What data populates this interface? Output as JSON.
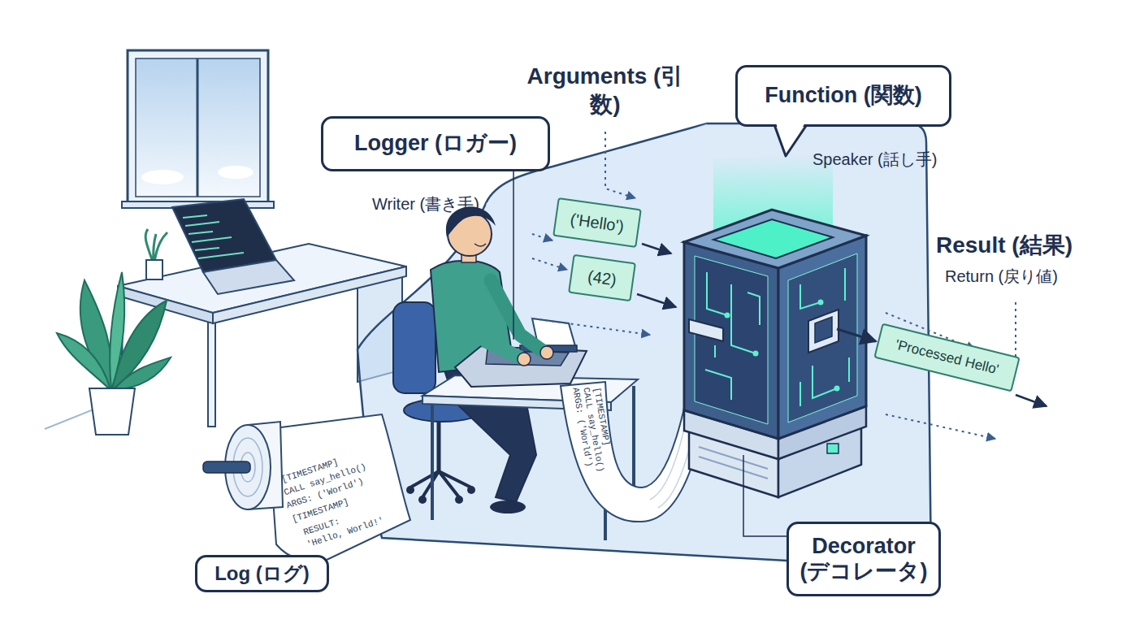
{
  "diagram": {
    "nodes": [
      {
        "text": [
          "Logger (ロガー)",
          "Writer (書き手)"
        ]
      },
      {
        "text": [
          "Function (関数)",
          "Speaker (話し手)"
        ]
      },
      {
        "text": [
          "('Hello')"
        ]
      },
      {
        "text": [
          "(42)"
        ]
      },
      {
        "text": [
          "'Processed Hello'"
        ]
      },
      {
        "text": [
          "Log (ログ)"
        ]
      },
      {
        "text": [
          "Decorator (デコレータ)"
        ]
      }
    ],
    "labels": [
      "Arguments (引数)",
      "Result (結果)",
      "Return (戻り値)",
      "[TIMESTAMP]",
      "CALL say_hello()",
      "ARGS: ('World')",
      "[TIMESTAMP]",
      "CALL say_hello()",
      "ARGS: ('World')",
      "[TIMESTAMP]",
      "RESULT:",
      "'Hello, World!'"
    ]
  }
}
